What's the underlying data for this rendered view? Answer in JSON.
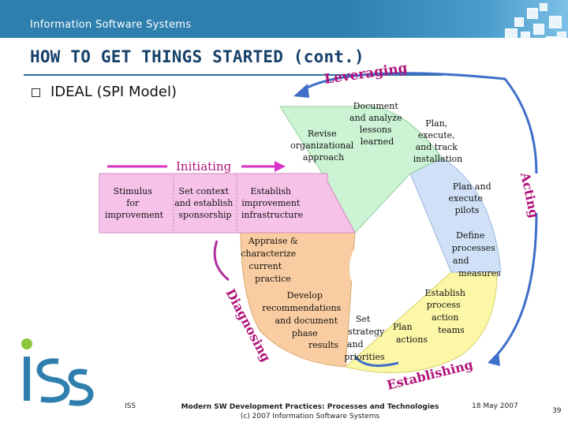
{
  "header": {
    "org": "Information Software Systems",
    "title": "HOW TO GET THINGS STARTED (cont.)"
  },
  "bullet": {
    "text": "IDEAL (SPI Model)"
  },
  "phases": {
    "initiating": "Initiating",
    "leveraging": "Leveraging",
    "acting": "Acting",
    "establishing": "Establishing",
    "diagnosing": "Diagnosing"
  },
  "initiating_boxes": [
    {
      "lines": [
        "Stimulus",
        "for",
        "improvement"
      ]
    },
    {
      "lines": [
        "Set context",
        "and establish",
        "sponsorship"
      ]
    },
    {
      "lines": [
        "Establish",
        "improvement",
        "infrastructure"
      ]
    }
  ],
  "leveraging_steps": {
    "revise": [
      "Revise",
      "organizational",
      "approach"
    ],
    "document": [
      "Document",
      "and analyze",
      "lessons",
      "learned"
    ],
    "plan_execute": [
      "Plan,",
      "execute,",
      "and track",
      "installation"
    ]
  },
  "acting_steps": {
    "plan_pilots": [
      "Plan and",
      "execute",
      "pilots"
    ],
    "define": [
      "Define",
      "processes",
      "and",
      "measures"
    ]
  },
  "establishing_steps": {
    "teams": [
      "Establish",
      "process",
      "action",
      "teams"
    ],
    "plan_actions": [
      "Plan",
      "actions"
    ],
    "set_strategy": [
      "Set",
      "strategy",
      "and",
      "priorities"
    ]
  },
  "diagnosing_steps": {
    "appraise": [
      "Appraise &",
      "characterize",
      "current",
      "practice"
    ],
    "develop": [
      "Develop",
      "recommendations",
      "and document",
      "phase",
      "results"
    ]
  },
  "colors": {
    "header_blue": "#2f7fae",
    "title_navy": "#16406a",
    "initiating": "#f6c2e8",
    "leveraging": "#ccf3d4",
    "acting": "#cfe0f7",
    "establishing": "#fbf7a6",
    "diagnosing": "#f9cda1",
    "arrow_magenta": "#d633c6",
    "arrow_blue": "#3f6fc9",
    "phase_label": "#b0127a"
  },
  "logo": {
    "text": "ISS"
  },
  "footer": {
    "left": "ISS",
    "course": "Modern SW Development Practices: Processes and Technologies",
    "copyright": "(c) 2007 Information Software Systems",
    "date": "18 May 2007",
    "page": "39"
  }
}
